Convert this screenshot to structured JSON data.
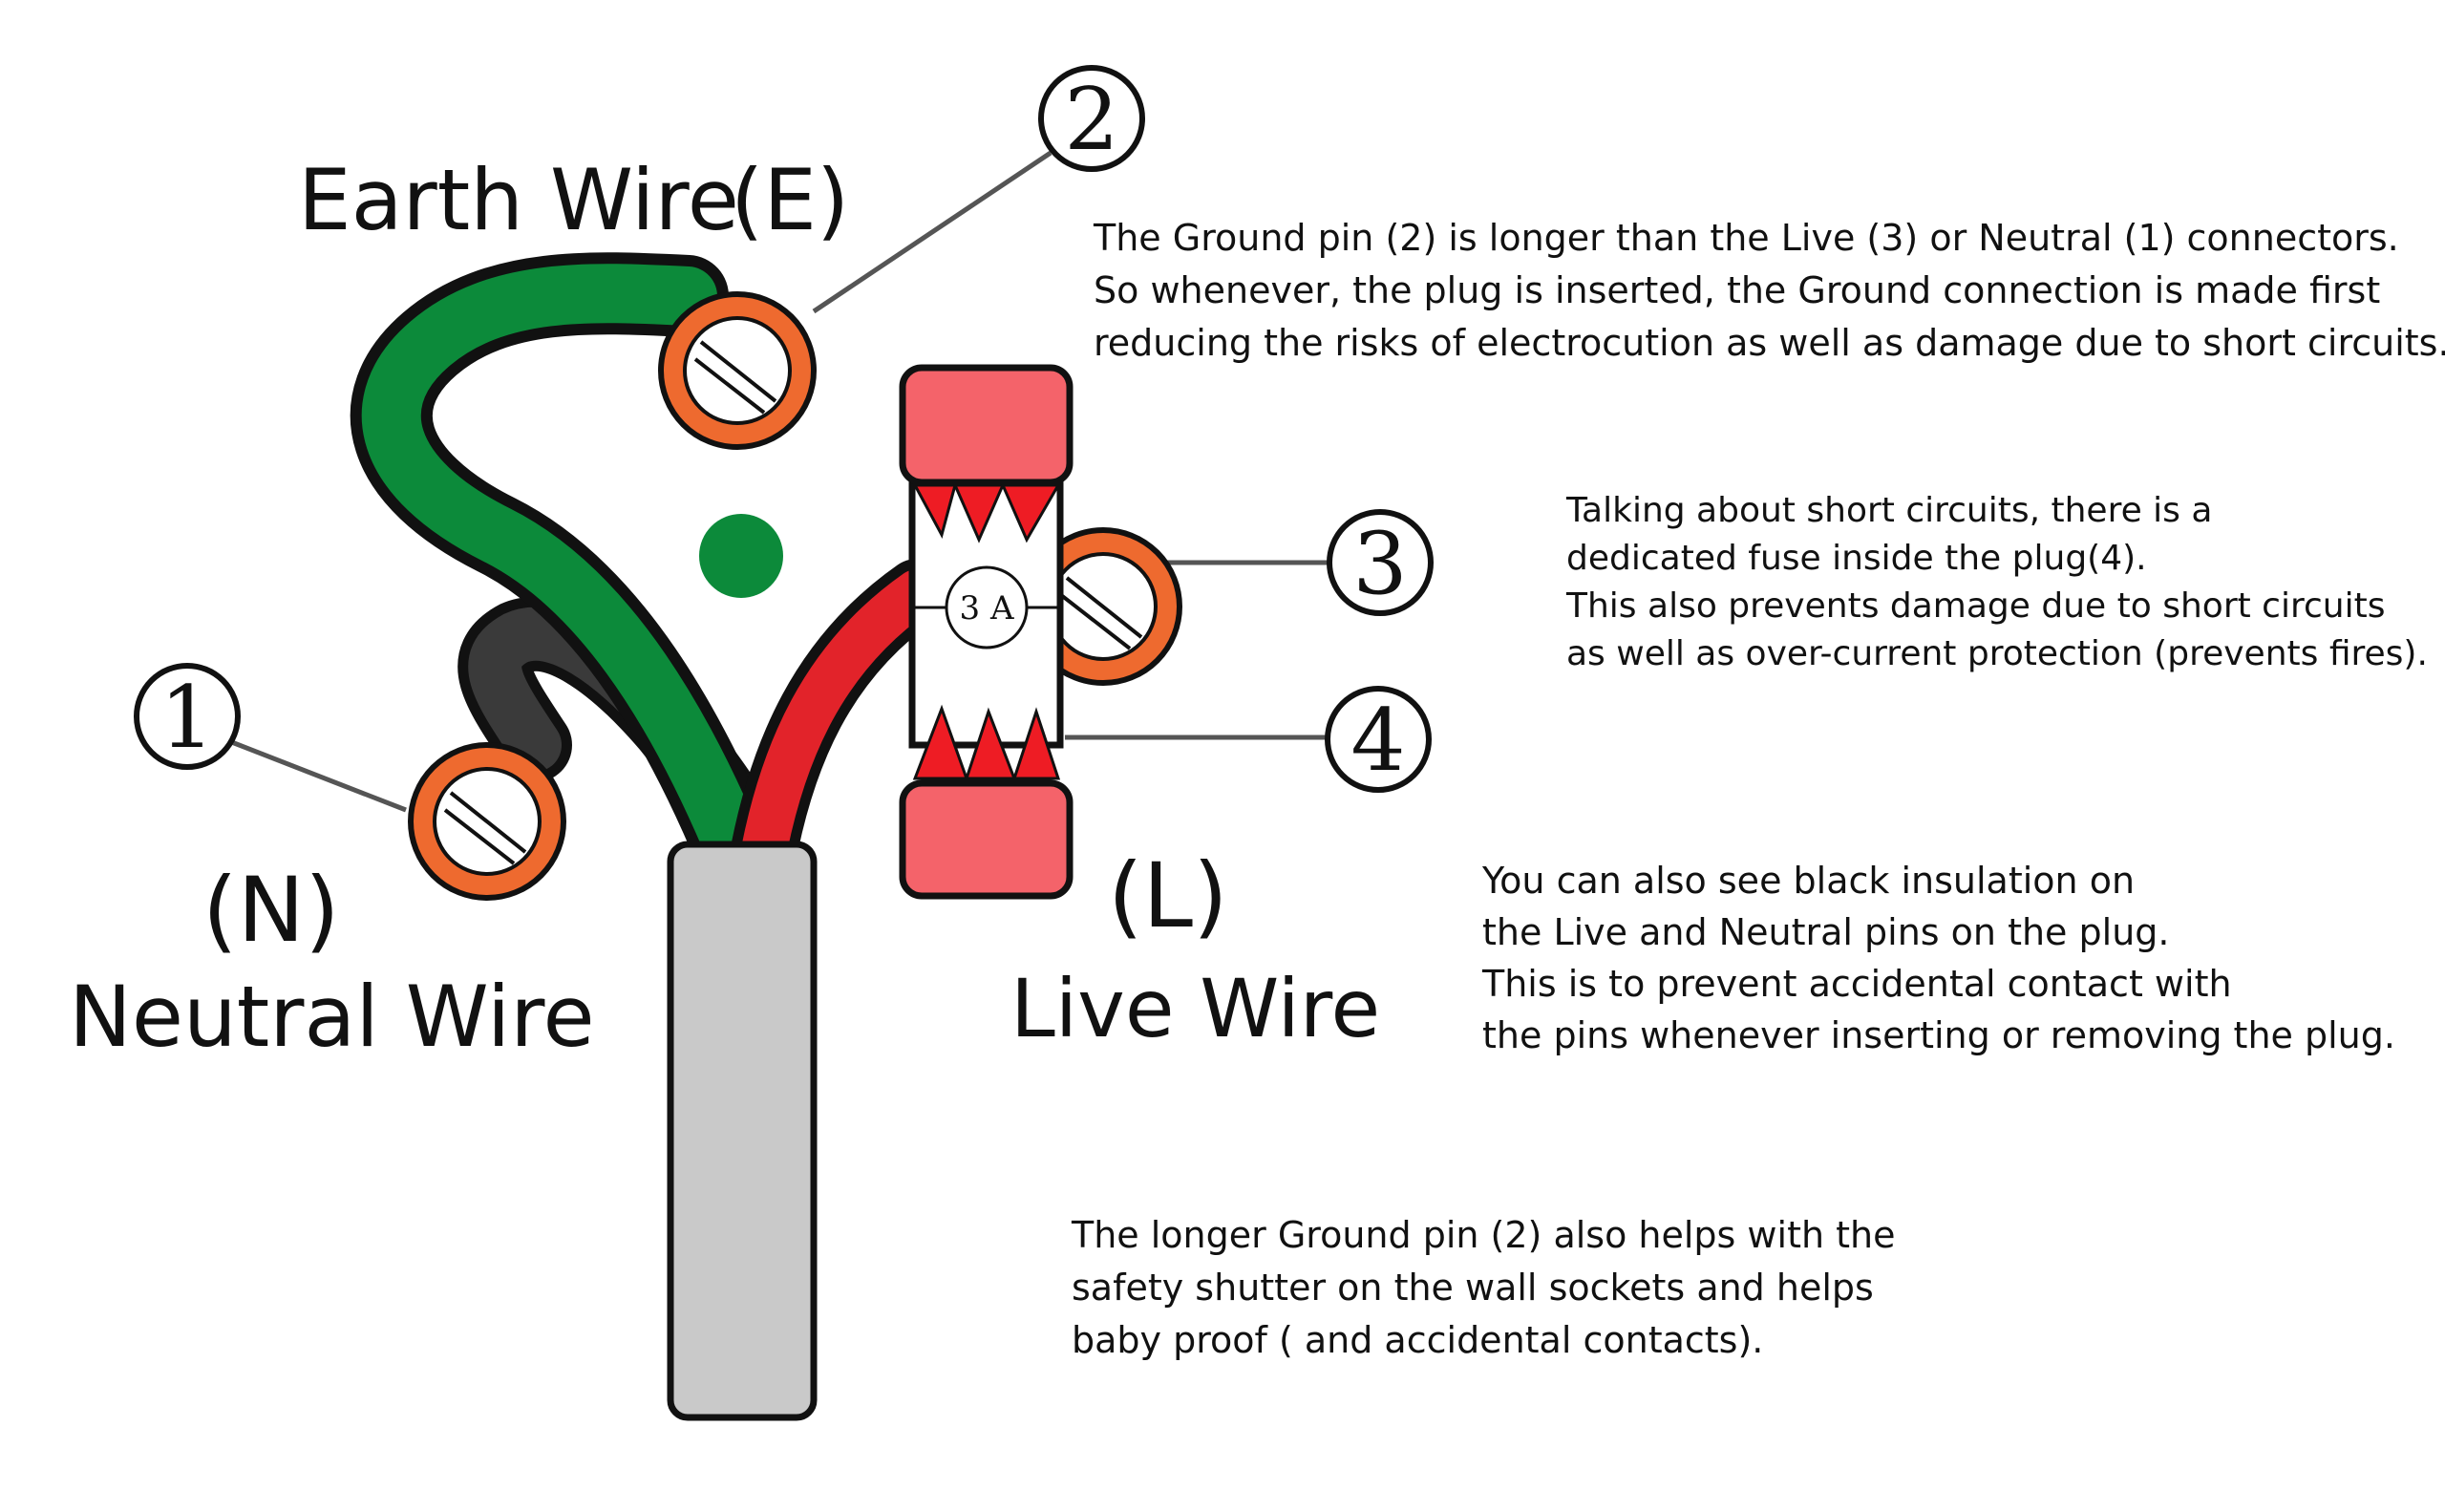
{
  "labels": {
    "earth": "Earth Wire",
    "earth_code": "(E)",
    "neutral_code": "(N)",
    "neutral": "Neutral Wire",
    "live_code": "(L)",
    "live": "Live Wire"
  },
  "callouts": {
    "c1": "1",
    "c2": "2",
    "c3": "3",
    "c4": "4"
  },
  "fuse": {
    "rating": "3 A"
  },
  "notes": {
    "ground_pin": [
      "The Ground pin (2) is longer than the Live (3) or Neutral (1) connectors.",
      "So whenever, the plug is inserted, the Ground connection is made first",
      "reducing the risks of electrocution as well as damage due to short circuits."
    ],
    "fuse": [
      "Talking about short circuits, there is a",
      "dedicated fuse inside the plug(4).",
      "This also prevents damage due to short circuits",
      "as well as over-current protection (prevents fires)."
    ],
    "insulation": [
      "You can also see black insulation on",
      "the Live and Neutral pins on the plug.",
      "This is to prevent accidental contact with",
      "the pins whenever inserting or removing the plug."
    ],
    "shutter": [
      "The longer Ground pin (2) also helps with the",
      "safety shutter on the wall sockets and helps",
      "baby proof ( and accidental contacts)."
    ]
  },
  "colors": {
    "earth_wire": "#0c8a3a",
    "neutral_wire": "#3a3a3a",
    "live_wire": "#e2232a",
    "terminal_ring": "#ee6a2f",
    "fuse_cap": "#f4636a",
    "fuse_triangle": "#ee1c24",
    "cable_sheath": "#c9c9c9"
  }
}
